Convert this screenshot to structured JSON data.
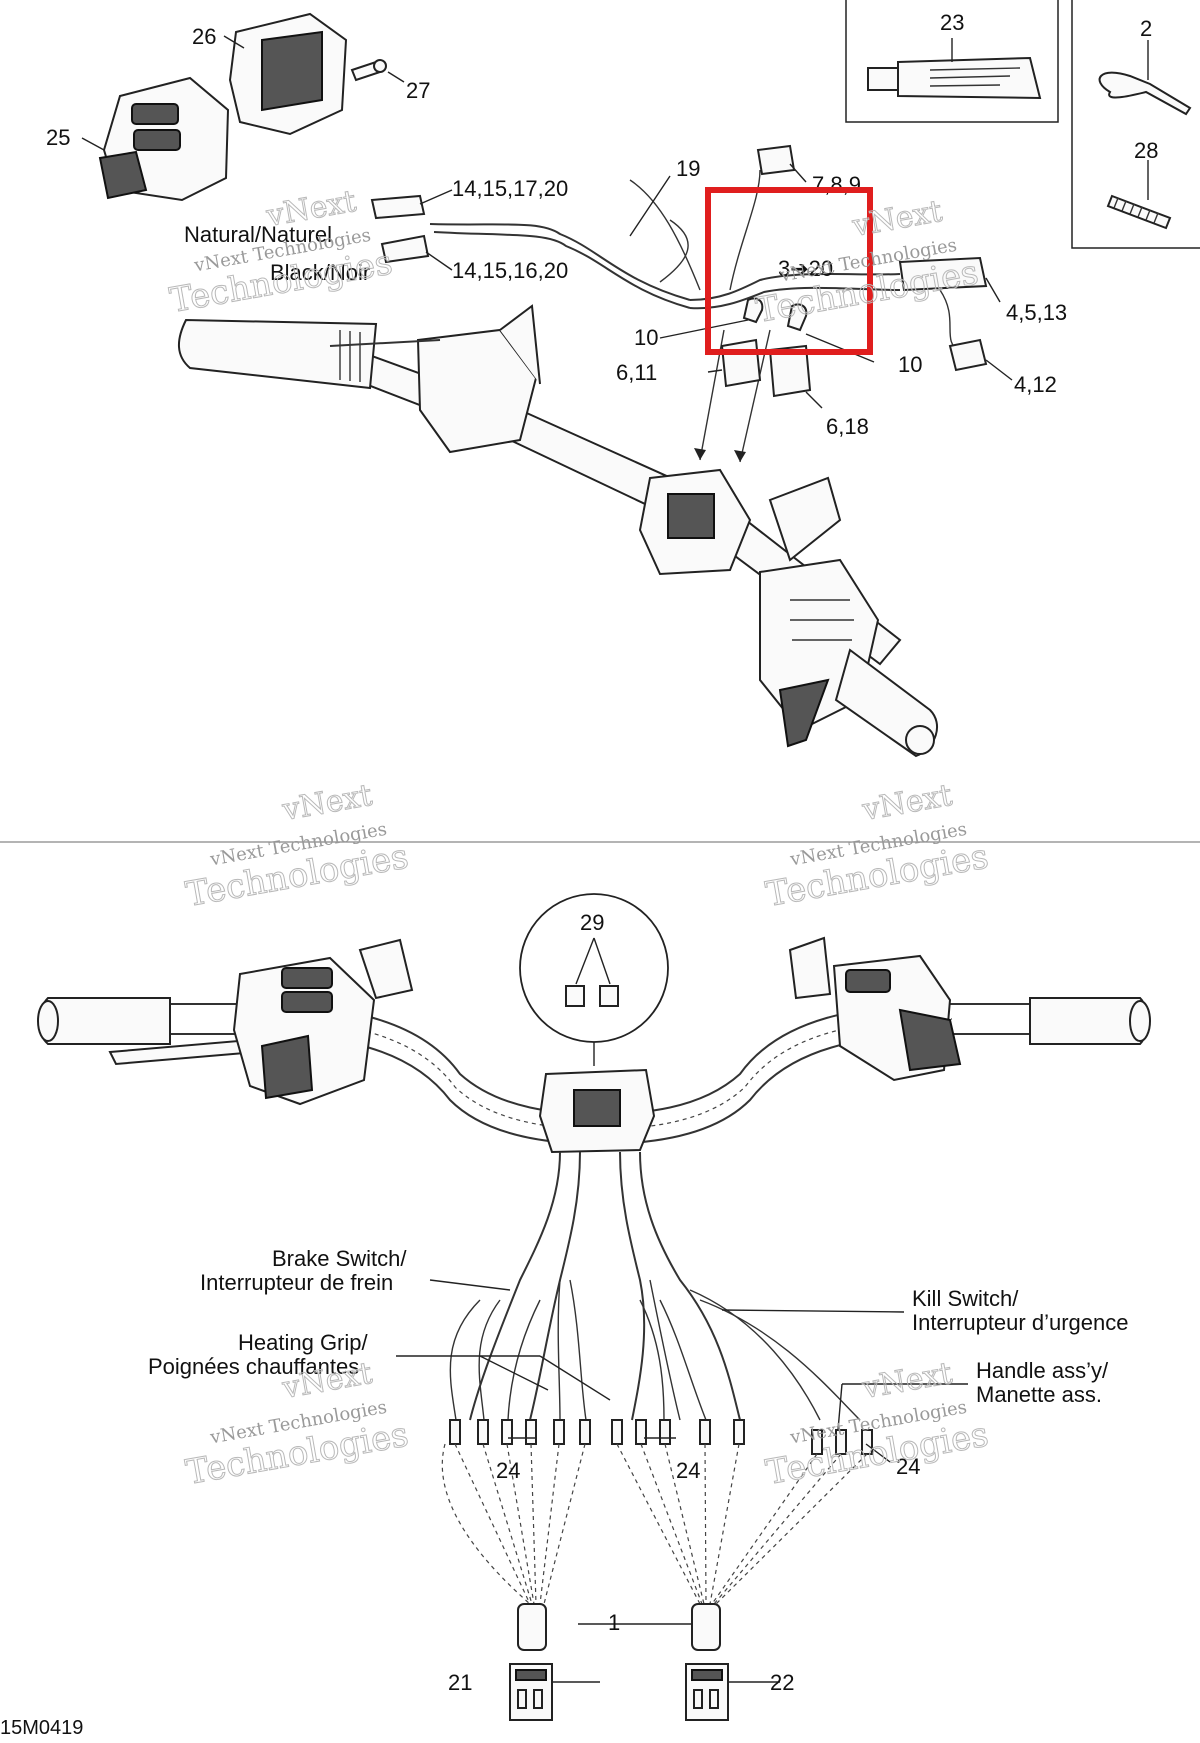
{
  "diagram": {
    "figure_code": "15M0419",
    "callouts": {
      "n1": "1",
      "n2": "2",
      "n21": "21",
      "n22": "22",
      "n23": "23",
      "n24": "24",
      "n25": "25",
      "n26": "26",
      "n27": "27",
      "n28": "28",
      "n29": "29",
      "n19": "19",
      "n10": "10",
      "c_7_8_9": "7,8,9",
      "c_14_15_17_20": "14,15,17,20",
      "c_14_15_16_20": "14,15,16,20",
      "c_3_20": "3➔20",
      "c_4_5_13": "4,5,13",
      "c_4_12": "4,12",
      "c_6_11": "6,11",
      "c_6_18": "6,18"
    },
    "wire_labels": {
      "natural": "Natural/Naturel",
      "black": "Black/Noir",
      "brake_1": "Brake Switch/",
      "brake_2": "Interrupteur de frein",
      "heat_1": "Heating Grip/",
      "heat_2": "Poignées chauffantes",
      "kill_1": "Kill Switch/",
      "kill_2": "Interrupteur d’urgence",
      "handle_1": "Handle ass’y/",
      "handle_2": "Manette ass."
    },
    "watermark": {
      "line1": "vNext",
      "line2": "vNext Technologies",
      "line3": "Technologies"
    },
    "colors": {
      "highlight": "#e01e1e",
      "ink": "#111111"
    }
  }
}
